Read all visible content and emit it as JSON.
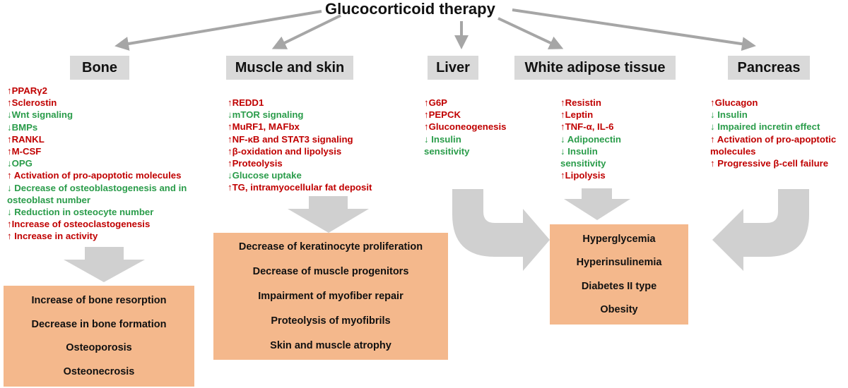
{
  "title": "Glucocorticoid therapy",
  "colors": {
    "increase": "#c00000",
    "decrease": "#2a9c4a",
    "header_bg": "#d9d9d9",
    "outcome_bg": "#f4b88c",
    "arrow": "#bfbfbf"
  },
  "tissues": {
    "bone": {
      "label": "Bone",
      "effects": [
        {
          "text": "↑PPARγ2",
          "dir": "up"
        },
        {
          "text": "↑Sclerostin",
          "dir": "up"
        },
        {
          "text": "↓Wnt signaling",
          "dir": "down"
        },
        {
          "text": "↓BMPs",
          "dir": "down"
        },
        {
          "text": "↑RANKL",
          "dir": "up"
        },
        {
          "text": "↑M-CSF",
          "dir": "up"
        },
        {
          "text": "↓OPG",
          "dir": "down"
        },
        {
          "text": "↑ Activation of pro-apoptotic molecules",
          "dir": "up"
        },
        {
          "text": "↓ Decrease of osteoblastogenesis and in osteoblast number",
          "dir": "down"
        },
        {
          "text": "↓ Reduction in osteocyte number",
          "dir": "down"
        },
        {
          "text": "↑Increase of osteoclastogenesis",
          "dir": "up"
        },
        {
          "text": "↑ Increase in activity",
          "dir": "up"
        }
      ],
      "outcomes": [
        "Increase of bone resorption",
        "Decrease in bone formation",
        "Osteoporosis",
        "Osteonecrosis"
      ]
    },
    "muscle_skin": {
      "label": "Muscle and skin",
      "effects": [
        {
          "text": "↑REDD1",
          "dir": "up"
        },
        {
          "text": "↓mTOR signaling",
          "dir": "down"
        },
        {
          "text": "↑MuRF1, MAFbx",
          "dir": "up"
        },
        {
          "text": "↑NF-κB and STAT3 signaling",
          "dir": "up"
        },
        {
          "text": "↑β-oxidation and lipolysis",
          "dir": "up"
        },
        {
          "text": "↑Proteolysis",
          "dir": "up"
        },
        {
          "text": "↓Glucose uptake",
          "dir": "down"
        },
        {
          "text": "↑TG, intramyocellular fat deposit",
          "dir": "up"
        }
      ],
      "outcomes": [
        "Decrease of keratinocyte proliferation",
        "Decrease of muscle progenitors",
        "Impairment of myofiber repair",
        "Proteolysis of myofibrils",
        "Skin and muscle atrophy"
      ]
    },
    "liver": {
      "label": "Liver",
      "effects": [
        {
          "text": "↑G6P",
          "dir": "up"
        },
        {
          "text": "↑PEPCK",
          "dir": "up"
        },
        {
          "text": "↑Gluconeogenesis",
          "dir": "up"
        },
        {
          "text": "↓ Insulin",
          "dir": "down"
        },
        {
          "text": "sensitivity",
          "dir": "down"
        }
      ]
    },
    "adipose": {
      "label": "White adipose tissue",
      "effects": [
        {
          "text": "↑Resistin",
          "dir": "up"
        },
        {
          "text": "↑Leptin",
          "dir": "up"
        },
        {
          "text": "↑TNF-α, IL-6",
          "dir": "up"
        },
        {
          "text": "↓ Adiponectin",
          "dir": "down"
        },
        {
          "text": "↓ Insulin",
          "dir": "down"
        },
        {
          "text": "sensitivity",
          "dir": "down"
        },
        {
          "text": "↑Lipolysis",
          "dir": "up"
        }
      ]
    },
    "pancreas": {
      "label": "Pancreas",
      "effects": [
        {
          "text": "↑Glucagon",
          "dir": "up"
        },
        {
          "text": "↓ Insulin",
          "dir": "down"
        },
        {
          "text": "↓ Impaired incretin effect",
          "dir": "down"
        },
        {
          "text": "↑ Activation of pro-apoptotic molecules",
          "dir": "up"
        },
        {
          "text": "↑ Progressive β-cell failure",
          "dir": "up"
        }
      ]
    }
  },
  "metabolic_outcomes": [
    "Hyperglycemia",
    "Hyperinsulinemia",
    "Diabetes II type",
    "Obesity"
  ]
}
